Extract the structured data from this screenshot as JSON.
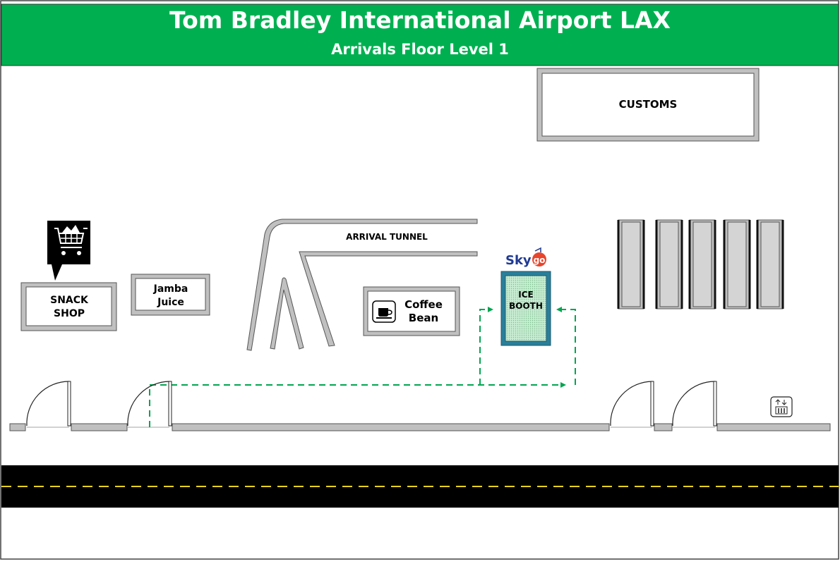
{
  "header": {
    "title": "Tom Bradley International Airport LAX",
    "subtitle": "Arrivals Floor Level 1",
    "background": "#00b050"
  },
  "places": {
    "customs": "CUSTOMS",
    "arrival_tunnel": "ARRIVAL TUNNEL",
    "snack_shop_line1": "SNACK",
    "snack_shop_line2": "SHOP",
    "jamba_line1": "Jamba",
    "jamba_line2": "Juice",
    "coffee_line1": "Coffee",
    "coffee_line2": "Bean",
    "ice_booth_line1": "ICE",
    "ice_booth_line2": "BOOTH"
  },
  "brand": {
    "sky": "Sky",
    "go": "go",
    "sky_color": "#1f3a93",
    "go_color": "#e8452c"
  },
  "icons": {
    "shopping": "shopping-cart-icon",
    "coffee": "coffee-cup-icon",
    "elevator": "elevator-icon",
    "conveyor": "baggage-carousel-icon"
  },
  "colors": {
    "wall_fill": "#c0c0c0",
    "wall_stroke": "#555555",
    "route": "#00a550",
    "road": "#000000",
    "road_line": "#e8d21a",
    "ice_booth_frame": "#2a7f99",
    "ice_booth_fill": "#b8e6c8"
  }
}
